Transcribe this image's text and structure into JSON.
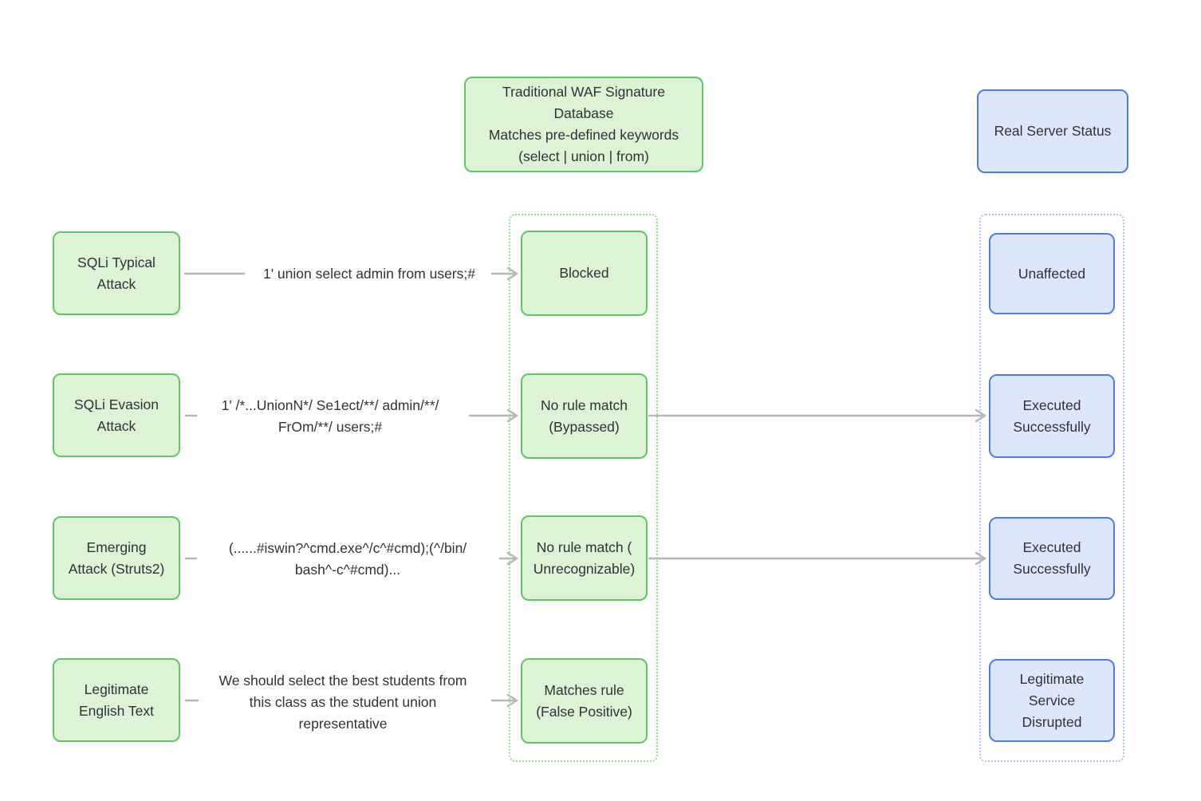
{
  "diagram": {
    "title_nodes": {
      "waf_header": "Traditional WAF Signature\nDatabase\nMatches pre-defined keywords\n(select | union | from)",
      "server_header": "Real Server Status"
    },
    "rows": [
      {
        "source": "SQLi Typical\nAttack",
        "payload": "1' union select admin from users;#",
        "waf_result": "Blocked",
        "server_status": "Unaffected"
      },
      {
        "source": "SQLi Evasion\nAttack",
        "payload": "1' /*...UnionN*/ Se1ect/**/ admin/**/\nFrOm/**/ users;#",
        "waf_result": "No rule match\n(Bypassed)",
        "server_status": "Executed\nSuccessfully"
      },
      {
        "source": "Emerging\nAttack (Struts2)",
        "payload": "(......#iswin?^cmd.exe^/c^#cmd);(^/bin/\nbash^-c^#cmd)...",
        "waf_result": "No rule match (\nUnrecognizable)",
        "server_status": "Executed\nSuccessfully"
      },
      {
        "source": "Legitimate\nEnglish Text",
        "payload": "We should select the best students from\nthis class as the student union\nrepresentative",
        "waf_result": "Matches rule\n(False Positive)",
        "server_status": "Legitimate\nService\nDisrupted"
      }
    ],
    "colors": {
      "green_border": "#5dc763",
      "green_fill": "#dcf3d5",
      "blue_border": "#4c7ee0",
      "blue_fill": "#dde6fa",
      "lane_green_dotted": "#94da9a",
      "lane_blue_dotted": "#a9c3ee",
      "arrow": "#b6b6b6",
      "text": "#2e3338"
    }
  }
}
